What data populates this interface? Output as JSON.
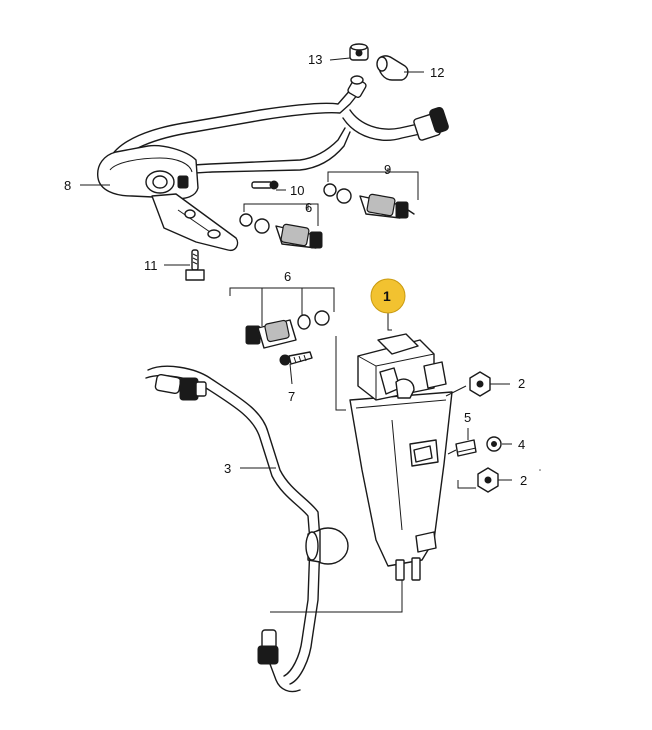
{
  "highlight_color": "#f2c230",
  "callouts": {
    "n1": "1",
    "n2a": "2",
    "n2b": "2",
    "n3": "3",
    "n4": "4",
    "n5": "5",
    "n6a": "6",
    "n6b": "6",
    "n7": "7",
    "n8": "8",
    "n9": "9",
    "n10": "10",
    "n11": "11",
    "n12": "12",
    "n13": "13"
  }
}
